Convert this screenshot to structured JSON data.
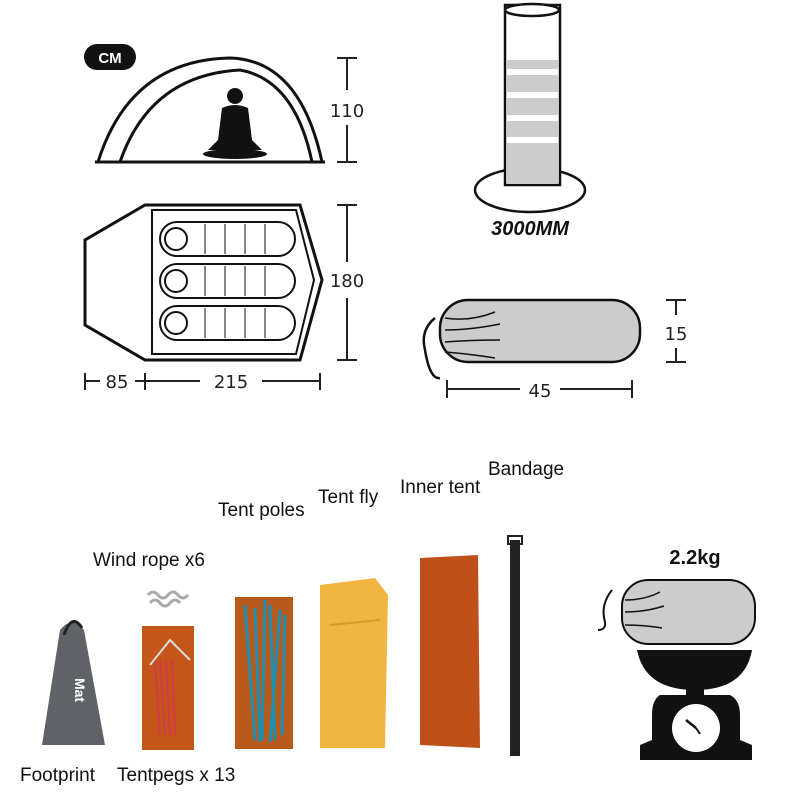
{
  "unit_badge": "CM",
  "dimensions": {
    "height": "110",
    "width": "180",
    "vestibule": "85",
    "length": "215",
    "packed_diameter": "15",
    "packed_length": "45"
  },
  "waterproof_rating": "3000MM",
  "weight": "2.2kg",
  "components": {
    "footprint": "Footprint",
    "tentpegs": "Tentpegs x 13",
    "wind_rope": "Wind rope x6",
    "tent_poles": "Tent poles",
    "tent_fly": "Tent fly",
    "inner_tent": "Inner tent",
    "bandage": "Bandage"
  },
  "footprint_print": "Mat",
  "colors": {
    "footprint": "#5f6368",
    "pegs_bag": "#c4561a",
    "poles": "#1f8fb0",
    "fly": "#f2b640",
    "inner": "#c0501a"
  }
}
